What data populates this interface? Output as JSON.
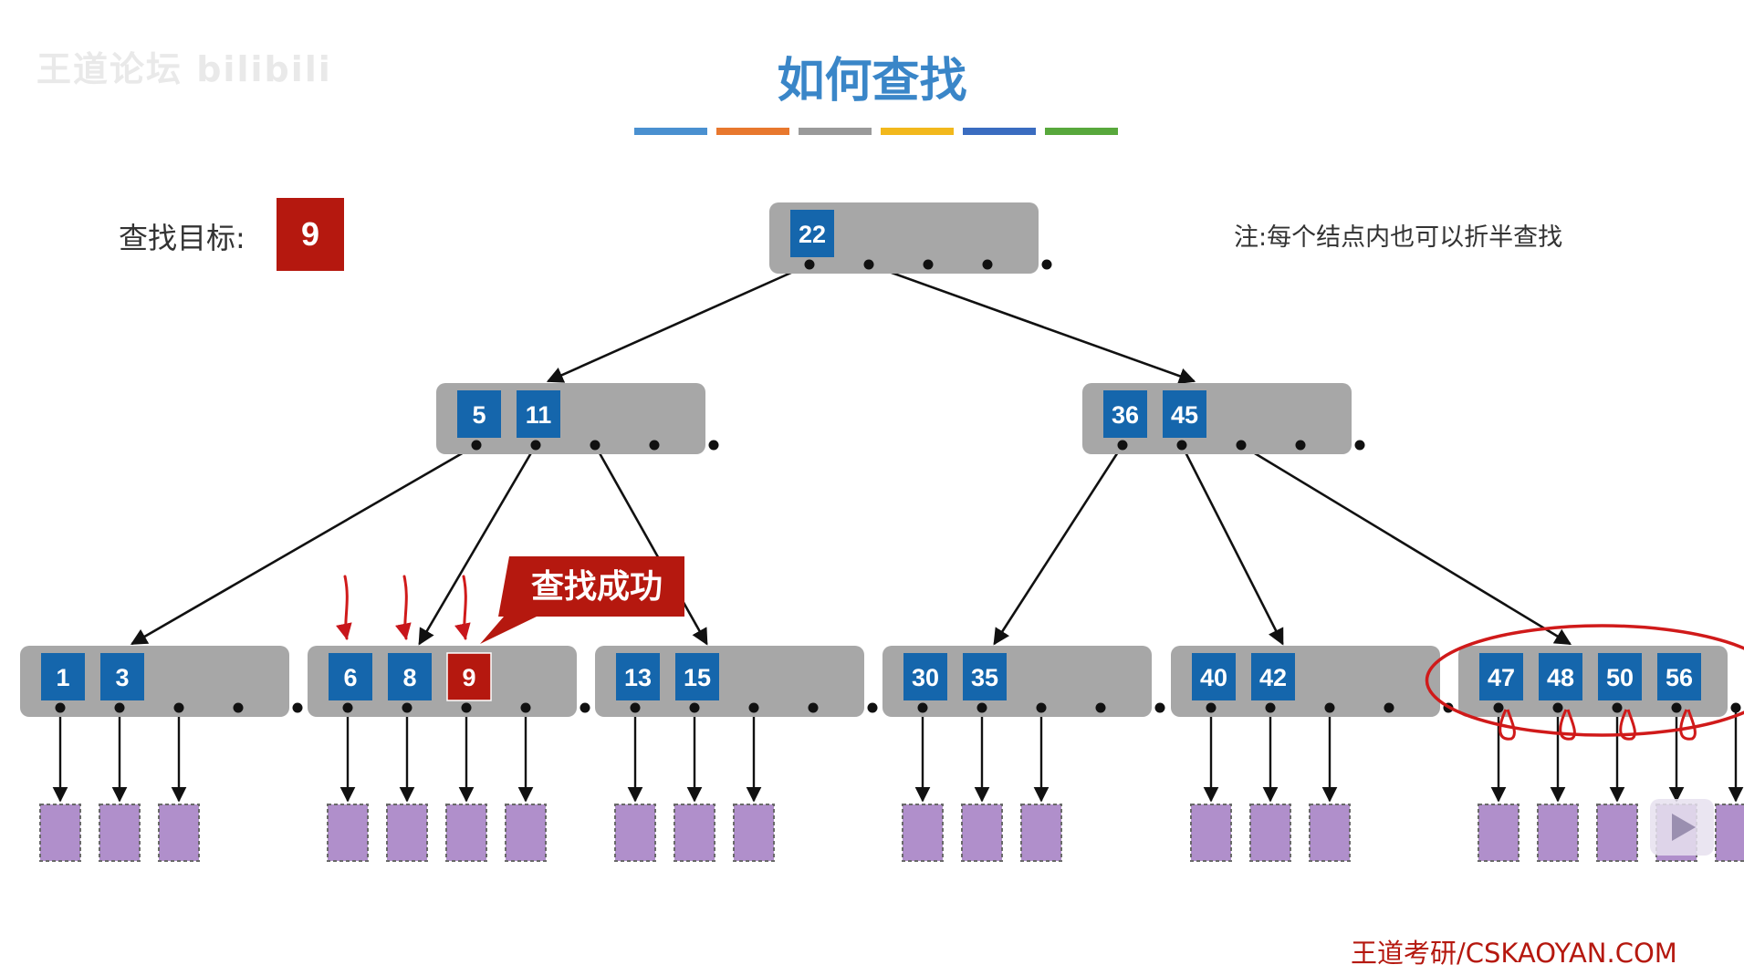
{
  "watermark": "王道论坛 bilibili",
  "title": "如何查找",
  "title_underline_colors": [
    "#4a90d0",
    "#e8782e",
    "#9a9a9a",
    "#f2b81c",
    "#3a6cc0",
    "#58a83c"
  ],
  "search_target": {
    "label": "查找目标:",
    "value": "9"
  },
  "note": "注:每个结点内也可以折半查找",
  "callout": "查找成功",
  "footer": "王道考研/CSKAOYAN.COM",
  "colors": {
    "node_bg": "#a7a7a7",
    "key_blue": "#1566ac",
    "key_found": "#b5180f",
    "leaf_purple": "#b08fcb",
    "annotation_red": "#d01a1a"
  },
  "tree": {
    "root": {
      "keys": [
        "22"
      ]
    },
    "level1": [
      {
        "keys": [
          "5",
          "11"
        ]
      },
      {
        "keys": [
          "36",
          "45"
        ]
      }
    ],
    "level2": [
      {
        "keys": [
          "1",
          "3"
        ]
      },
      {
        "keys": [
          "6",
          "8",
          "9"
        ],
        "found": "9"
      },
      {
        "keys": [
          "13",
          "15"
        ]
      },
      {
        "keys": [
          "30",
          "35"
        ]
      },
      {
        "keys": [
          "40",
          "42"
        ]
      },
      {
        "keys": [
          "47",
          "48",
          "50",
          "56"
        ],
        "circled": true
      }
    ]
  }
}
